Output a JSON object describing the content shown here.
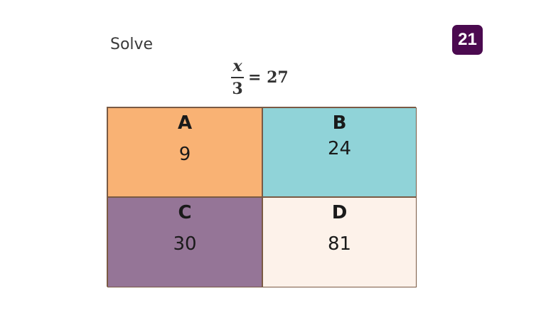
{
  "prompt": "Solve",
  "question_number": "21",
  "equation": {
    "numerator": "x",
    "denominator": "3",
    "rhs": "= 27"
  },
  "options": [
    {
      "letter": "A",
      "value": "9",
      "color": "#f9b274"
    },
    {
      "letter": "B",
      "value": "24",
      "color": "#90d3d8"
    },
    {
      "letter": "C",
      "value": "30",
      "color": "#957597"
    },
    {
      "letter": "D",
      "value": "81",
      "color": "#fdf2ea"
    }
  ],
  "colors": {
    "badge": "#4b0a4f",
    "border": "#7a5a44"
  }
}
